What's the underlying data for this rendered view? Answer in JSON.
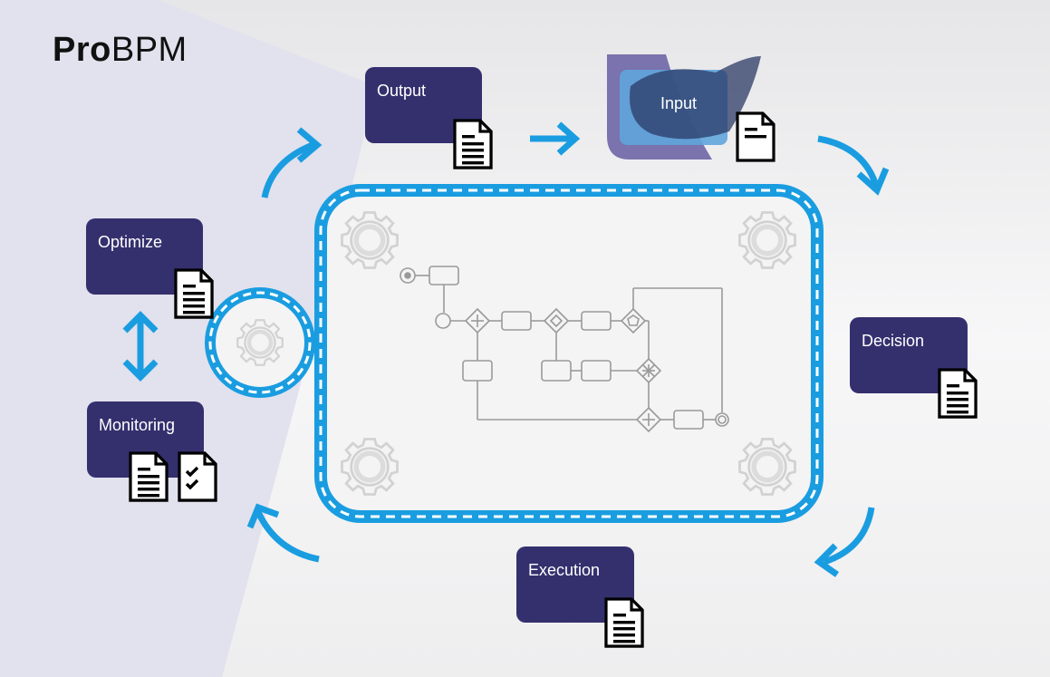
{
  "logo": {
    "bold": "Pro",
    "light": "BPM"
  },
  "stages": {
    "output": "Output",
    "input": "Input",
    "decision": "Decision",
    "execution": "Execution",
    "monitoring": "Monitoring",
    "optimize": "Optimize"
  },
  "colors": {
    "stage_box": "#34306e",
    "arrow": "#1a9de0",
    "frame": "#1a9de0",
    "gear": "#cfcfcf",
    "process_line": "#9a9a9a",
    "left_panel": "#e2e1ee"
  },
  "icons": [
    "document-icon",
    "checklist-icon",
    "gear-icon",
    "cycle-arrow-icon"
  ]
}
